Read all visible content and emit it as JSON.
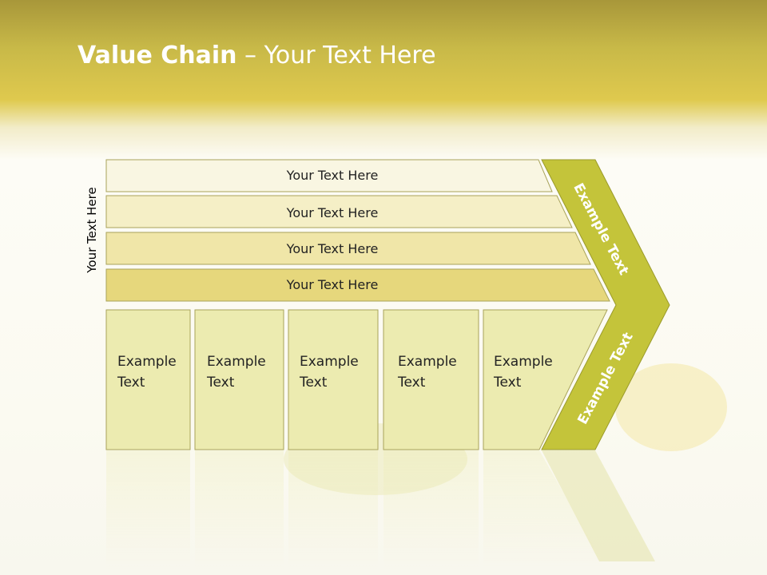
{
  "title": {
    "bold": "Value Chain",
    "rest": " – Your Text Here"
  },
  "side_label": "Your Text Here",
  "bars": [
    {
      "label": "Your Text Here",
      "fill": "#f9f6e2"
    },
    {
      "label": "Your Text Here",
      "fill": "#f5efc6"
    },
    {
      "label": "Your Text Here",
      "fill": "#f0e6a8"
    },
    {
      "label": "Your Text Here",
      "fill": "#e6d77c"
    }
  ],
  "cells": [
    {
      "line1": "Example",
      "line2": "Text"
    },
    {
      "line1": "Example",
      "line2": "Text"
    },
    {
      "line1": "Example",
      "line2": "Text"
    },
    {
      "line1": "Example",
      "line2": "Text"
    },
    {
      "line1": "Example",
      "line2": "Text"
    }
  ],
  "chevron": {
    "upper": "Example Text",
    "lower": "Example Text",
    "color": "#c4c43a"
  },
  "colors": {
    "cell_fill": "#ecebb0",
    "border": "#a9a35a"
  }
}
